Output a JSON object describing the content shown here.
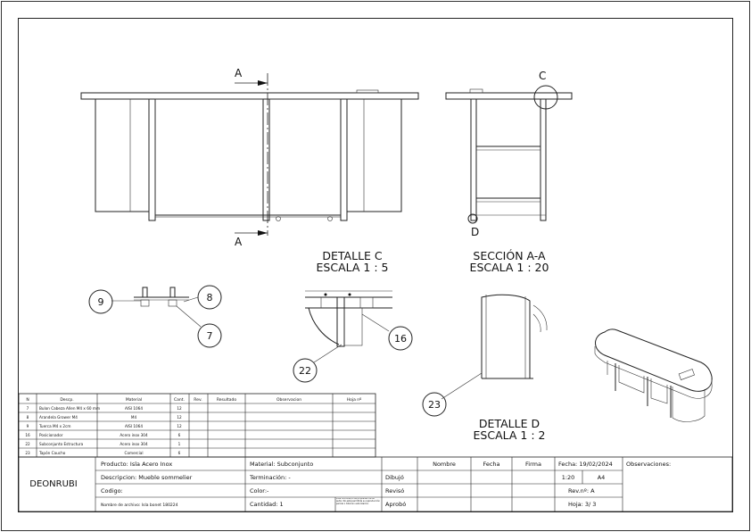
{
  "views": {
    "section_label_top": "A",
    "section_label_bottom": "A",
    "detail_c_marker": "C",
    "detail_d_marker": "D",
    "detail_c_title": "DETALLE C",
    "detail_c_scale": "ESCALA 1 : 5",
    "section_title": "SECCIÓN A-A",
    "section_scale": "ESCALA 1 : 20",
    "detail_d_title": "DETALLE D",
    "detail_d_scale": "ESCALA 1 : 2"
  },
  "balloons": {
    "b9": "9",
    "b8": "8",
    "b7": "7",
    "b16": "16",
    "b22": "22",
    "b23": "23"
  },
  "bom": {
    "headers": [
      "N",
      "Descp.",
      "Material",
      "Cant.",
      "Rev.",
      "Resultado",
      "Observacion",
      "Hoja nº"
    ],
    "rows": [
      [
        "7",
        "Bulon Cabeza Allen M4 x 60 mm",
        "AISI 1064",
        "12",
        "",
        "",
        "",
        ""
      ],
      [
        "8",
        "Arandela Grower M4",
        "M4",
        "12",
        "",
        "",
        "",
        ""
      ],
      [
        "9",
        "Tuerca M4 x 2cm",
        "AISI 1064",
        "12",
        "",
        "",
        "",
        ""
      ],
      [
        "16",
        "Posicionador",
        "Acero inox 304",
        "6",
        "",
        "",
        "",
        ""
      ],
      [
        "22",
        "Subconjunto Estructura",
        "Acero inox 304",
        "1",
        "",
        "",
        "",
        ""
      ],
      [
        "23",
        "Tapón Caucho",
        "Comercial",
        "6",
        "",
        "",
        "",
        ""
      ]
    ]
  },
  "title_block": {
    "company": "DEONRUBI",
    "producto": "Producto: Isla Acero Inox",
    "descripcion": "Descripcion: Mueble sommelier",
    "codigo": "Codigo:",
    "archivo": "Nombre de archivo: Isla bonet 180224",
    "material": "Material: Subconjunto",
    "terminacion": "Terminación: -",
    "color": "Color:-",
    "cantidad": "Cantidad: 1",
    "fine_print": "Este documento es propiedad de su autor. No está permitida su reproducción parcial o total sin autorización.",
    "col_nombre": "Nombre",
    "col_fecha": "Fecha",
    "col_firma": "Firma",
    "row_dibujo": "Dibujó",
    "row_reviso": "Revisó",
    "row_aprobo": "Aprobó",
    "fecha": "Fecha: 19/02/2024",
    "escala": "1:20",
    "formato": "A4",
    "revision": "Rev.nº: A",
    "hoja": "Hoja:   3/ 3",
    "observaciones": "Observaciones:"
  }
}
